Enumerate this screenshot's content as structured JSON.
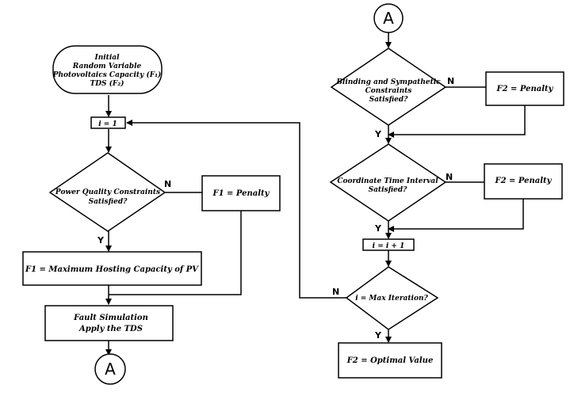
{
  "connectors": {
    "a_top": "A",
    "a_bottom": "A"
  },
  "start": {
    "line1": "Initial",
    "line2": "Random Variable",
    "line3": "Photovoltaics Capacity (F₁)",
    "line4": "TDS (F₂)"
  },
  "init_counter": "i  = 1",
  "power_quality": {
    "line1": "Power Quality Constraints",
    "line2": "Satisfied?"
  },
  "f1_penalty": "F1 = Penalty",
  "f1_max": "F1 = Maximum Hosting Capacity of PV",
  "fault_sim": {
    "line1": "Fault Simulation",
    "line2": "Apply the TDS"
  },
  "blinding": {
    "line1": "Blinding and Sympathetic",
    "line2": "Constraints",
    "line3": "Satisfied?"
  },
  "f2_penalty_1": "F2 = Penalty",
  "coordinate": {
    "line1": "Coordinate Time Interval",
    "line2": "Satisfied?"
  },
  "f2_penalty_2": "F2 = Penalty",
  "increment": "i = i + 1",
  "max_iter": "i = Max Iteration?",
  "f2_optimal": "F2 = Optimal Value",
  "labels": {
    "yes": "Y",
    "no": "N"
  }
}
